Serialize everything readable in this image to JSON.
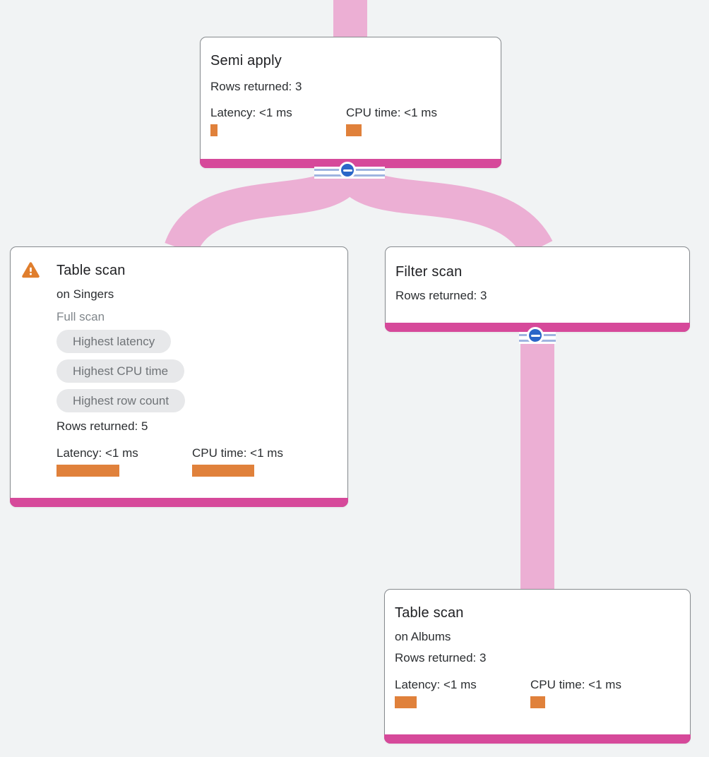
{
  "diagram": {
    "type": "query-plan-tree",
    "colors": {
      "background": "#F1F3F4",
      "edge_pink": "#ECAFD4",
      "node_bottom_strip": "#D6499A",
      "metric_bar_orange": "#E0813B",
      "warning_orange": "#E07E2D",
      "collapse_button_blue": "#2B66C8",
      "ribbon_stripe_blue": "#9FB4E0",
      "badge_bg": "#E7E8EA",
      "badge_text": "#6F7377",
      "muted_text": "#80868B",
      "text": "#202124"
    },
    "nodes": [
      {
        "title": "Semi apply",
        "rows_returned": "Rows returned: 3",
        "latency_label": "Latency: <1 ms",
        "cpu_label": "CPU time: <1 ms",
        "latency_bar_width": 10,
        "cpu_bar_width": 22
      },
      {
        "title": "Table scan",
        "subtitle": "on Singers",
        "scan_type": "Full scan",
        "has_warning": true,
        "badges": [
          "Highest latency",
          "Highest CPU time",
          "Highest row count"
        ],
        "rows_returned": "Rows returned: 5",
        "latency_label": "Latency: <1 ms",
        "cpu_label": "CPU time: <1 ms",
        "latency_bar_width": 89,
        "cpu_bar_width": 88
      },
      {
        "title": "Filter scan",
        "rows_returned": "Rows returned: 3"
      },
      {
        "title": "Table scan",
        "subtitle": "on Albums",
        "rows_returned": "Rows returned: 3",
        "latency_label": "Latency: <1 ms",
        "cpu_label": "CPU time: <1 ms",
        "latency_bar_width": 31,
        "cpu_bar_width": 21
      }
    ],
    "edges": [
      {
        "from": "parent-offscreen",
        "to": "semi-apply"
      },
      {
        "from": "semi-apply",
        "to": "table-scan-singers"
      },
      {
        "from": "semi-apply",
        "to": "filter-scan"
      },
      {
        "from": "filter-scan",
        "to": "table-scan-albums"
      }
    ],
    "collapse_button_glyph": "minus"
  }
}
